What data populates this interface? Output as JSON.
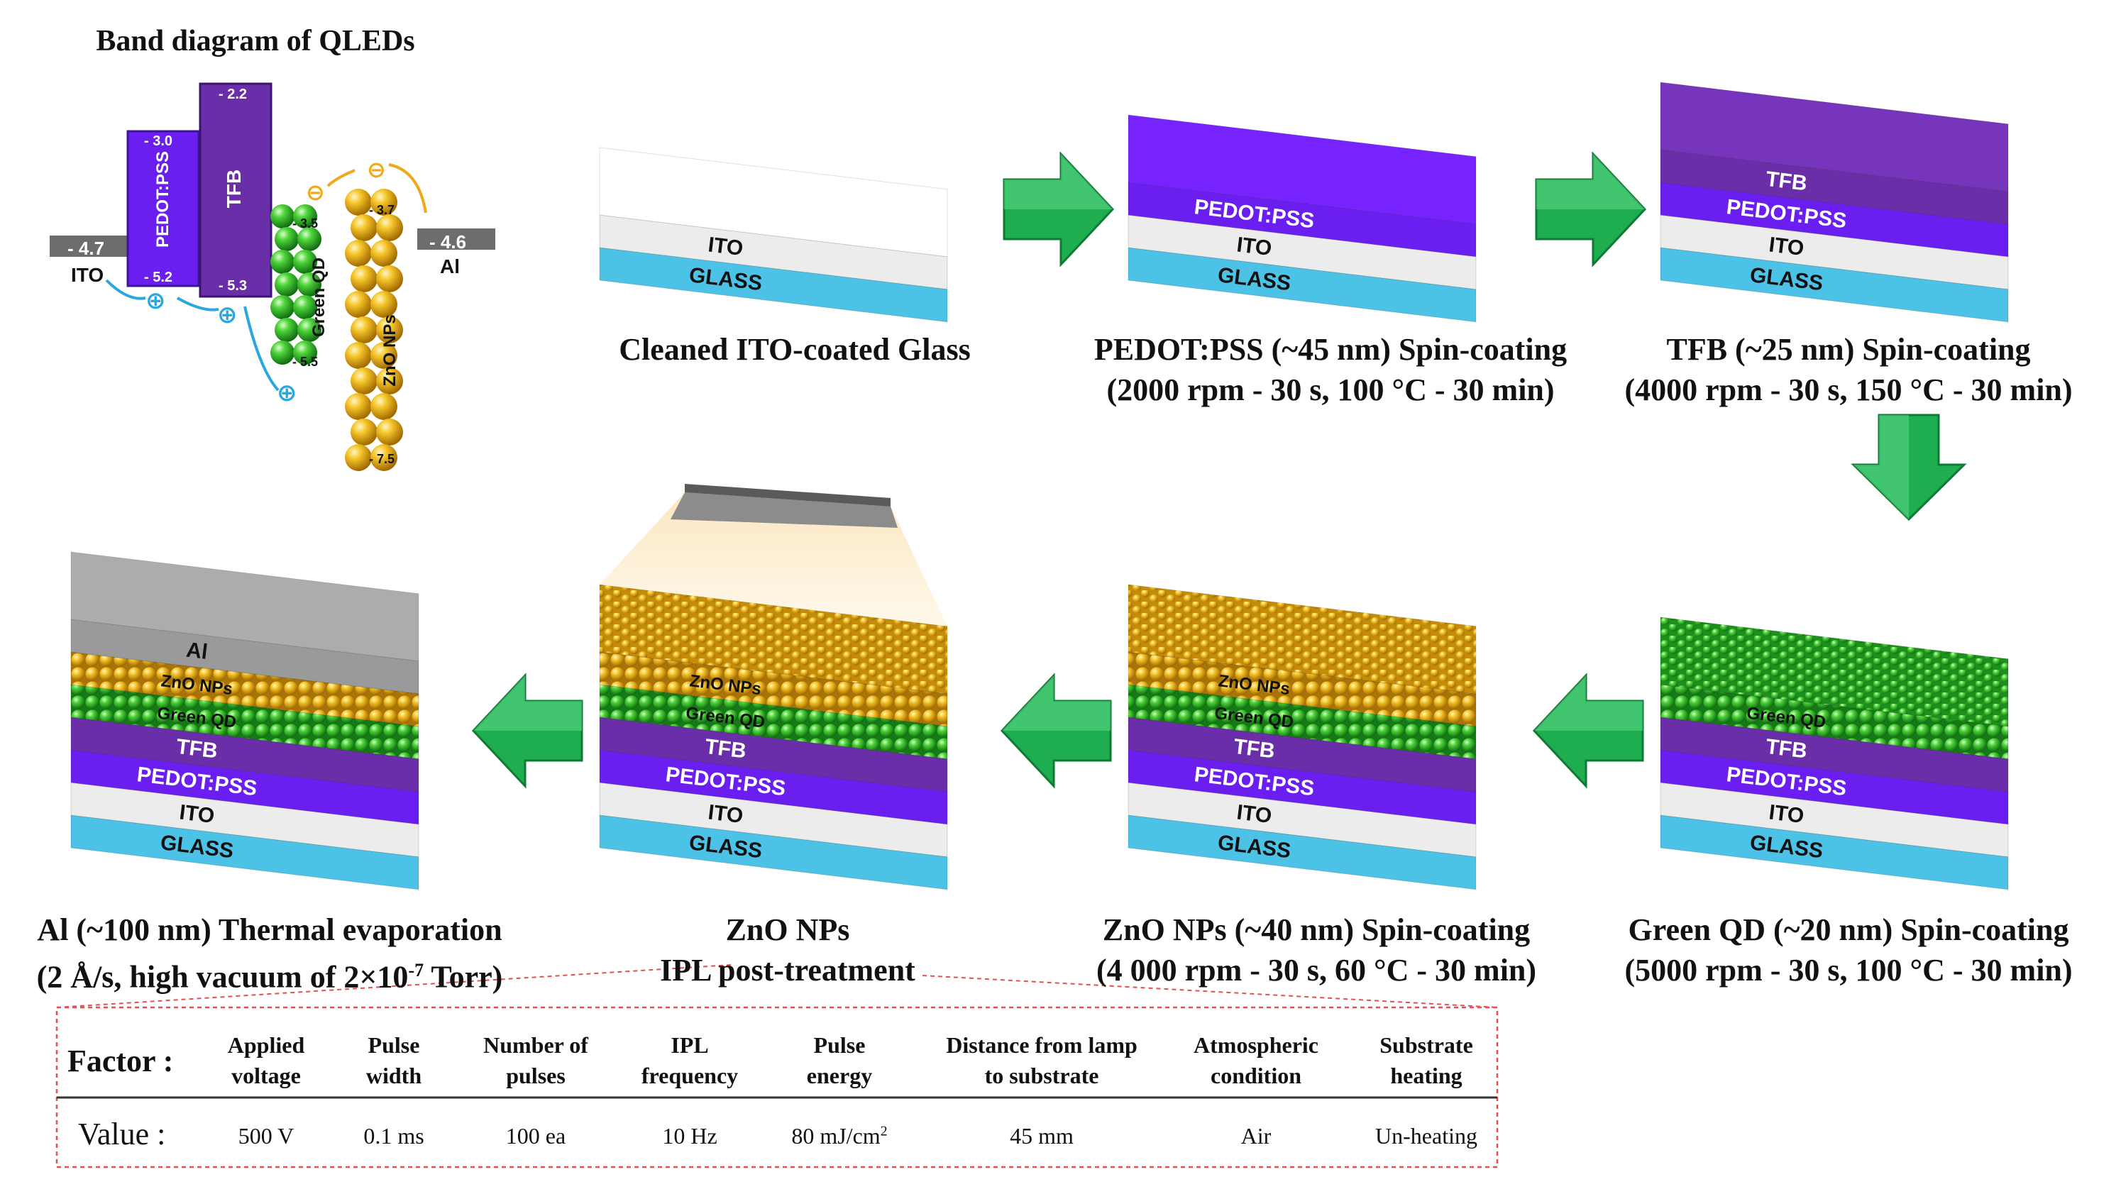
{
  "band_diagram": {
    "title": "Band diagram of QLEDs",
    "ito": {
      "label": "ITO",
      "value": "- 4.7"
    },
    "pedot": {
      "label": "PEDOT:PSS",
      "top": "- 3.0",
      "bottom": "- 5.2"
    },
    "tfb": {
      "label": "TFB",
      "top": "- 2.2",
      "bottom": "- 5.3"
    },
    "qd": {
      "label": "Green QD",
      "top": "- 3.5",
      "bottom": "- 5.5"
    },
    "zno": {
      "label": "ZnO NPs",
      "top": "- 3.7",
      "bottom": "- 7.5"
    },
    "al": {
      "label": "Al",
      "value": "- 4.6"
    },
    "hole_symbol": "⊕",
    "electron_symbol": "⊖"
  },
  "layers": {
    "glass": "GLASS",
    "ito": "ITO",
    "pedot": "PEDOT:PSS",
    "tfb": "TFB",
    "qd": "Green QD",
    "zno": "ZnO NPs",
    "al": "Al"
  },
  "steps": [
    {
      "line1": "Cleaned ITO-coated Glass",
      "line2": ""
    },
    {
      "line1": "PEDOT:PSS (~45 nm) Spin-coating",
      "line2": "(2000 rpm - 30 s, 100 °C - 30 min)"
    },
    {
      "line1": "TFB (~25 nm) Spin-coating",
      "line2": "(4000 rpm - 30 s, 150 °C - 30 min)"
    },
    {
      "line1": "Green QD (~20 nm) Spin-coating",
      "line2": "(5000 rpm - 30 s, 100 °C - 30 min)"
    },
    {
      "line1": "ZnO NPs (~40 nm) Spin-coating",
      "line2": "(4 000 rpm - 30 s, 60 °C - 30 min)"
    },
    {
      "line1": "ZnO NPs",
      "line2": "IPL post-treatment"
    },
    {
      "line1": "Al (~100 nm) Thermal evaporation",
      "line2_pre": "(2 Å/s, high vacuum of 2×10",
      "line2_sup": "-7",
      "line2_post": " Torr)"
    }
  ],
  "ipl_table": {
    "factor_label": "Factor :",
    "value_label": "Value :",
    "columns": [
      {
        "line1": "Applied",
        "line2": "voltage",
        "value": "500 V"
      },
      {
        "line1": "Pulse",
        "line2": "width",
        "value": "0.1 ms"
      },
      {
        "line1": "Number of",
        "line2": "pulses",
        "value": "100 ea"
      },
      {
        "line1": "IPL",
        "line2": "frequency",
        "value": "10 Hz"
      },
      {
        "line1": "Pulse",
        "line2": "energy",
        "value_pre": "80 mJ/cm",
        "value_sup": "2"
      },
      {
        "line1": "Distance from lamp",
        "line2": "to substrate",
        "value": "45 mm"
      },
      {
        "line1": "Atmospheric",
        "line2": "condition",
        "value": "Air"
      },
      {
        "line1": "Substrate",
        "line2": "heating",
        "value": "Un-heating"
      }
    ]
  },
  "colors": {
    "glass": "#4cc3e6",
    "ito": "#ececec",
    "pedot": "#6a1ff0",
    "tfb": "#6a2ea8",
    "qd": "#2cb52c",
    "zno": "#f0b81a",
    "al": "#9a9a9a",
    "arrow": "#1fae4f",
    "table_border": "#e35050"
  }
}
